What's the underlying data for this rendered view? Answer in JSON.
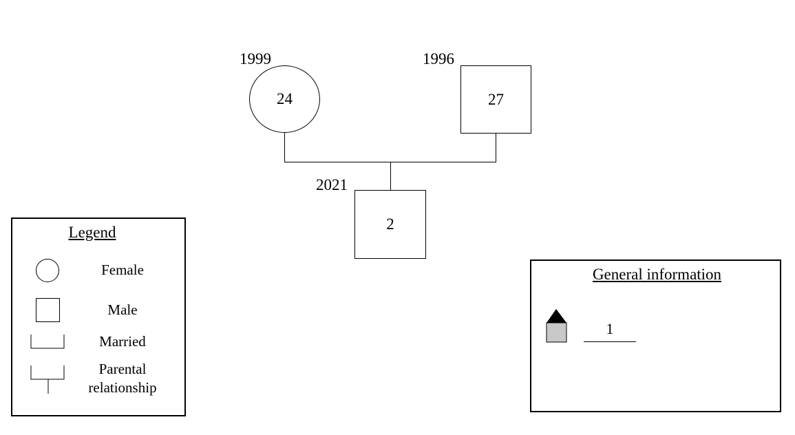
{
  "individuals": {
    "mother": {
      "year": "1999",
      "age": "24",
      "sex": "female"
    },
    "father": {
      "year": "1996",
      "age": "27",
      "sex": "male"
    },
    "child": {
      "year": "2021",
      "age": "2",
      "sex": "male"
    }
  },
  "legend": {
    "title": "Legend",
    "female_label": "Female",
    "male_label": "Male",
    "married_label": "Married",
    "parental_label_line1": "Parental",
    "parental_label_line2": "relationship"
  },
  "general_info": {
    "title": "General information",
    "household_count": "1",
    "house_icon": "house-icon",
    "colors": {
      "roof": "#000000",
      "house_body": "#c8c8c8"
    }
  }
}
